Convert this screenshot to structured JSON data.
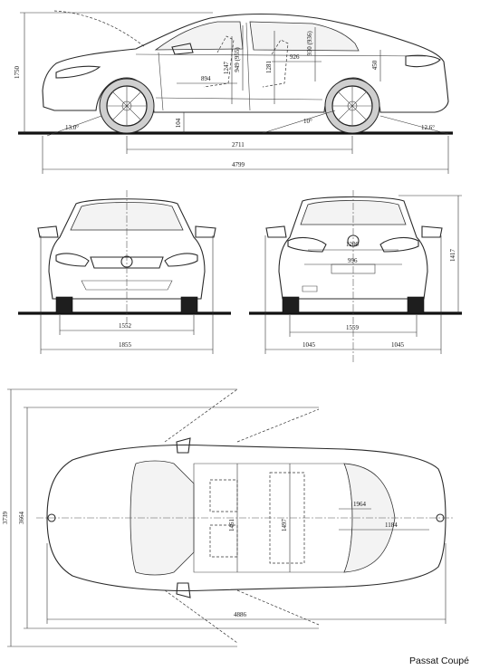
{
  "title": "Passat Coupé",
  "side_view": {
    "labels": {
      "height": "1750",
      "roof_rear_height": "1247",
      "front_seat_height": "949 (955)",
      "rear_seat_height": "1281",
      "rear_headroom": "930 (936)",
      "rear_legroom": "926",
      "trunk_height": "450",
      "front_legroom": "894",
      "ground_clearance": "104",
      "approach_angle": "13.0°",
      "ramp_angle": "10°",
      "departure_angle": "12.6°",
      "wheelbase": "2711",
      "length": "4799"
    }
  },
  "front_view": {
    "labels": {
      "front_track": "1552",
      "width": "1855"
    }
  },
  "rear_view": {
    "labels": {
      "rear_window": "1200",
      "trunk_width": "996",
      "rear_track": "1559",
      "half_left": "1045",
      "half_right": "1045",
      "height": "1417"
    }
  },
  "top_view": {
    "labels": {
      "width_mirrors": "3739",
      "width_doors_open": "3664",
      "front_seat_width": "1461",
      "rear_seat_width": "1497",
      "trunk_length": "1964",
      "trunk_width": "1184",
      "length_doors_open": "4886"
    }
  }
}
